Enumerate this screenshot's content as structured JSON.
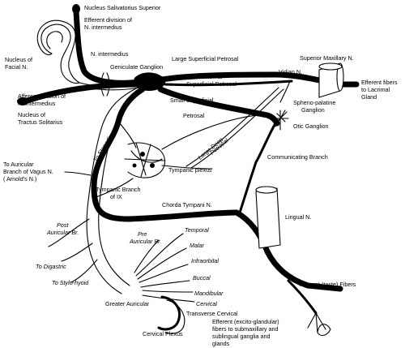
{
  "labels": {
    "nucleus_salivatorius_superior": "Nucleus Salivatorius Superior",
    "efferent_division_1": "Efferent division of",
    "efferent_division_2": "N. intermedius",
    "nucleus_facial_1": "Nucleus of",
    "nucleus_facial_2": "Facial N.",
    "n_intermedius": "N. intermedius",
    "geniculate_ganglion": "Geniculate Ganglion",
    "large_superficial_petrosal": "Large Superficial Petrosal",
    "superior_maxillary": "Superior Maxillary N.",
    "vidian": "Vidian N.",
    "efferent_fibers_1": "Efferent fibers",
    "efferent_fibers_2": "to Lacrimal",
    "efferent_fibers_3": "Gland",
    "afferent_division_1": "Afferent division of",
    "afferent_division_2": "N. intermedius",
    "external_superficial_1": "External",
    "external_superficial_2": "Superficial Petrosal",
    "small_superficial": "Small Superficial",
    "spheno_palatine_1": "Spheno-palatine",
    "spheno_palatine_2": "Ganglion",
    "petrosal": "Petrosal",
    "nucleus_tractus_1": "Nucleus of",
    "nucleus_tractus_2": "Tractus Solitarius",
    "otic_ganglion": "Otic Ganglion",
    "to_stapedius": "To Stapedius",
    "large_deep_petrosal_1": "Large Deep",
    "large_deep_petrosal_2": "Petrosal",
    "communicating_branch": "Communicating Branch",
    "to_auricular_1": "To Auricular",
    "to_auricular_2": "Branch of Vagus N.",
    "to_auricular_3": "( Arnold's N.)",
    "tympanic_plexus": "Tympanic plexus",
    "tympanic_branch_1": "Tympanic Branch",
    "tympanic_branch_2": "of IX",
    "chorda_tympani": "Chorda Tympani N.",
    "lingual": "Lingual N.",
    "post_auricular_1": "Post",
    "post_auricular_2": "Auricular Br.",
    "pre_auricular_1": "Pre",
    "pre_auricular_2": "Auricular Br.",
    "temporal": "Temporal",
    "malar": "Malar",
    "infraorbital": "Infraorbital",
    "to_digastric": "To Digastric",
    "to_stylo_hyoid": "To Stylo-hyoid",
    "buccal": "Buccal",
    "mandibular": "Mandibular",
    "cervical": "Cervical",
    "greater_auricular": "Greater Auricular",
    "transverse_cervical": "Transverse Cervical",
    "afferent_taste": "Afferent (taste) Fibers",
    "cervical_plexus": "Cervical Plexus",
    "efferent_excito_1": "Efferent (excito-glandular)",
    "efferent_excito_2": "fibers to submaxillary and",
    "efferent_excito_3": "sublingual ganglia and",
    "efferent_excito_4": "glands"
  }
}
